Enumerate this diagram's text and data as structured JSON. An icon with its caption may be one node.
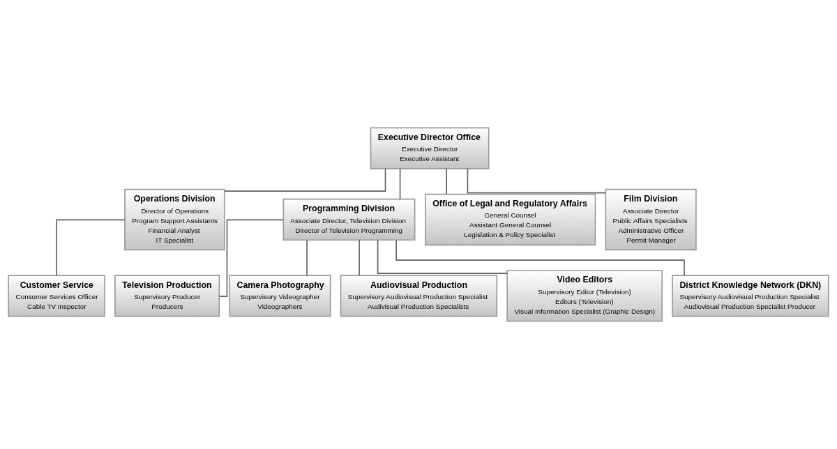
{
  "diagram": {
    "nodes": [
      {
        "text": [
          "Executive Director Office",
          "Executive Director",
          "Executive Assistant"
        ]
      },
      {
        "text": [
          "Operations Division",
          "Director of Operations",
          "Program Support Assistants",
          "Financial Analyst",
          "IT Specialist"
        ]
      },
      {
        "text": [
          "Programming Division",
          "Associate Director, Television Division",
          "Director of Television Programming"
        ]
      },
      {
        "text": [
          "Office of Legal and Regulatory Affairs",
          "General Counsel",
          "Assistant General Counsel",
          "Legislation & Policy Specialist"
        ]
      },
      {
        "text": [
          "Film Division",
          "Associate Director",
          "Public Affairs Specialists",
          "Administrative Officer",
          "Permit Manager"
        ]
      },
      {
        "text": [
          "Customer Service",
          "Consumer Services Officer",
          "Cable TV Inspector"
        ]
      },
      {
        "text": [
          "Television Production",
          "Supervisory Producer",
          "Producers"
        ]
      },
      {
        "text": [
          "Camera Photography",
          "Supervisory Videographer",
          "Videographers"
        ]
      },
      {
        "text": [
          "Audiovisual Production",
          "Supervisory Audiovisual Production Specialist",
          "Audivisual Production Specialists"
        ]
      },
      {
        "text": [
          "Video Editors",
          "Supervisory Editor (Television)",
          "Editors (Television)",
          "Visual Information Specialist (Graphic Design)"
        ]
      },
      {
        "text": [
          "District Knowledge Network (DKN)",
          "Supervisory Audiovisual Production Specialist",
          "Audiovisual Production Specialist Producer"
        ]
      }
    ],
    "edges": [
      {
        "from": 0,
        "to": 1,
        "arrow": "none"
      },
      {
        "from": 0,
        "to": 2,
        "arrow": "none"
      },
      {
        "from": 0,
        "to": 3,
        "arrow": "none"
      },
      {
        "from": 0,
        "to": 4,
        "arrow": "none"
      },
      {
        "from": 1,
        "to": 5,
        "arrow": "none"
      },
      {
        "from": 2,
        "to": 6,
        "arrow": "none"
      },
      {
        "from": 2,
        "to": 7,
        "arrow": "none"
      },
      {
        "from": 2,
        "to": 8,
        "arrow": "none"
      },
      {
        "from": 2,
        "to": 9,
        "arrow": "none"
      },
      {
        "from": 2,
        "to": 10,
        "arrow": "none"
      }
    ]
  }
}
